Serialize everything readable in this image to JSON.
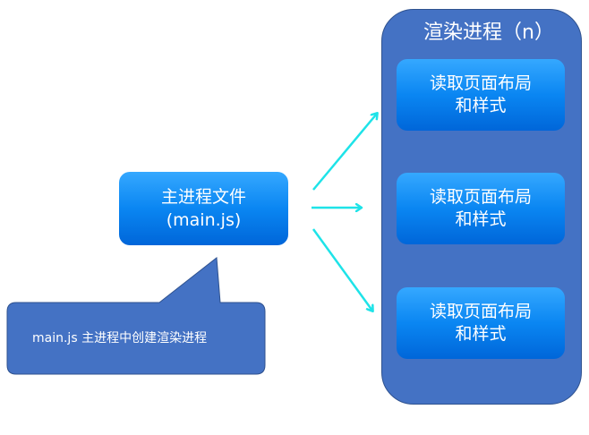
{
  "renderer_group": {
    "title": "渲染进程（n）"
  },
  "main_process": {
    "line1": "主进程文件",
    "line2": "(main.js)"
  },
  "renderer_processes": [
    {
      "line1": "读取页面布局",
      "line2": "和样式"
    },
    {
      "line1": "读取页面布局",
      "line2": "和样式"
    },
    {
      "line1": "读取页面布局",
      "line2": "和样式"
    }
  ],
  "callout": {
    "text": "main.js 主进程中创建渲染进程"
  },
  "colors": {
    "panel": "#4472c4",
    "box": "#0a86f2",
    "arrow": "#1ee3e8"
  }
}
